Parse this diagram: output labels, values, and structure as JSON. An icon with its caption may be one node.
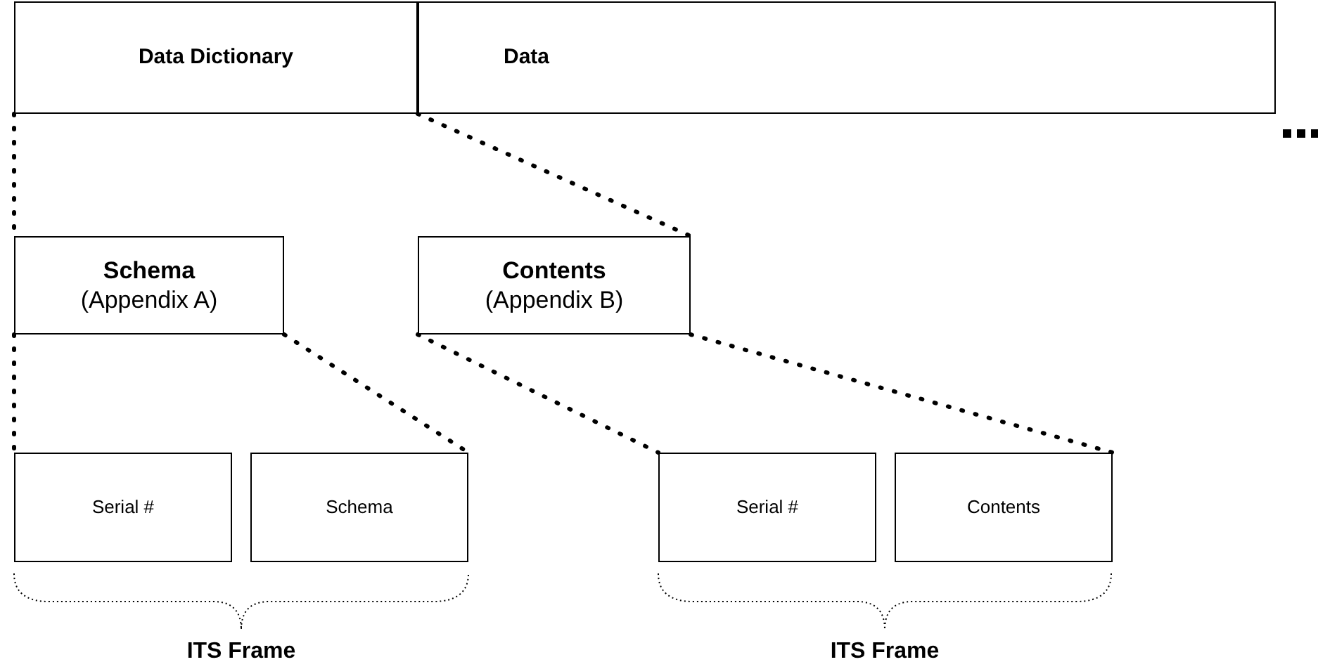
{
  "diagram": {
    "nodes": [
      {
        "text": [
          "Data Dictionary"
        ]
      },
      {
        "text": [
          "Data"
        ]
      },
      {
        "text": [
          "Schema",
          "(Appendix A)"
        ]
      },
      {
        "text": [
          "Contents",
          "(Appendix B)"
        ]
      },
      {
        "text": [
          "Serial #"
        ]
      },
      {
        "text": [
          "Schema"
        ]
      },
      {
        "text": [
          "Serial #"
        ]
      },
      {
        "text": [
          "Contents"
        ]
      }
    ],
    "edges": [
      {
        "from": 0,
        "to": 2,
        "arrow": "none",
        "style": "dashed"
      },
      {
        "from": 1,
        "to": 3,
        "arrow": "none",
        "style": "dashed"
      },
      {
        "from": 2,
        "to": 4,
        "arrow": "none",
        "style": "dashed"
      },
      {
        "from": 2,
        "to": 5,
        "arrow": "none",
        "style": "dashed"
      },
      {
        "from": 3,
        "to": 6,
        "arrow": "none",
        "style": "dashed"
      },
      {
        "from": 3,
        "to": 7,
        "arrow": "none",
        "style": "dashed"
      }
    ],
    "labels": [
      "ITS Frame",
      "ITS Frame"
    ]
  }
}
